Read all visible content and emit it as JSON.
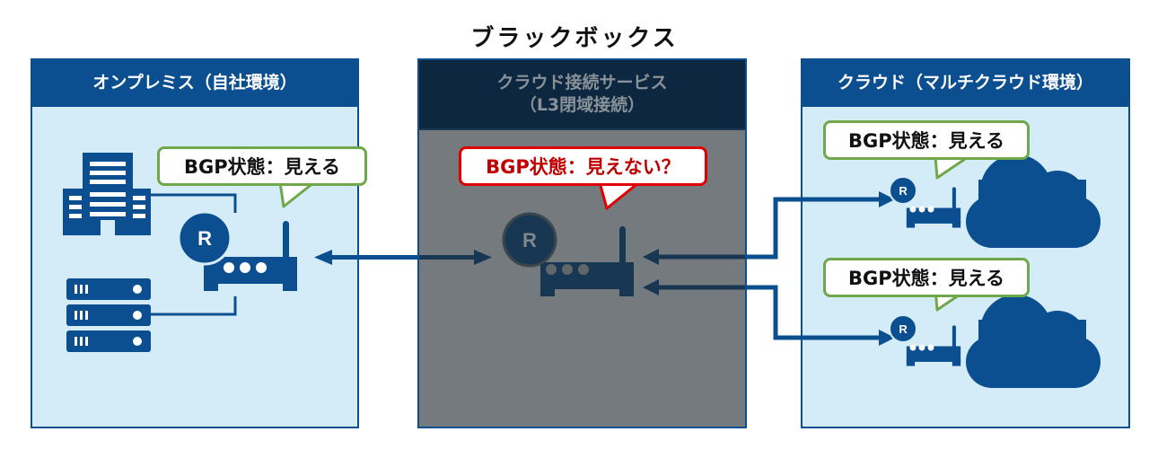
{
  "title": "ブラックボックス",
  "colors": {
    "primary": "#0b4f91",
    "panel_bg": "#d4ecf7",
    "ok_border": "#6fa84a",
    "ng_border": "#e00000",
    "ng_text": "#c00000"
  },
  "panels": {
    "onprem": {
      "header": "オンプレミス（自社環境）",
      "bubble": "BGP状態：見える",
      "icons": [
        "building-icon",
        "router-icon",
        "server-rack-icon"
      ]
    },
    "service": {
      "header_line1": "クラウド接続サービス",
      "header_line2": "（L3閉域接続）",
      "bubble": "BGP状態：見えない？",
      "icons": [
        "router-icon"
      ]
    },
    "cloud": {
      "header": "クラウド（マルチクラウド環境）",
      "bubble_top": "BGP状態：見える",
      "bubble_bottom": "BGP状態：見える",
      "icons": [
        "router-icon",
        "cloud-icon",
        "router-icon",
        "cloud-icon"
      ]
    }
  },
  "router_label": "R"
}
